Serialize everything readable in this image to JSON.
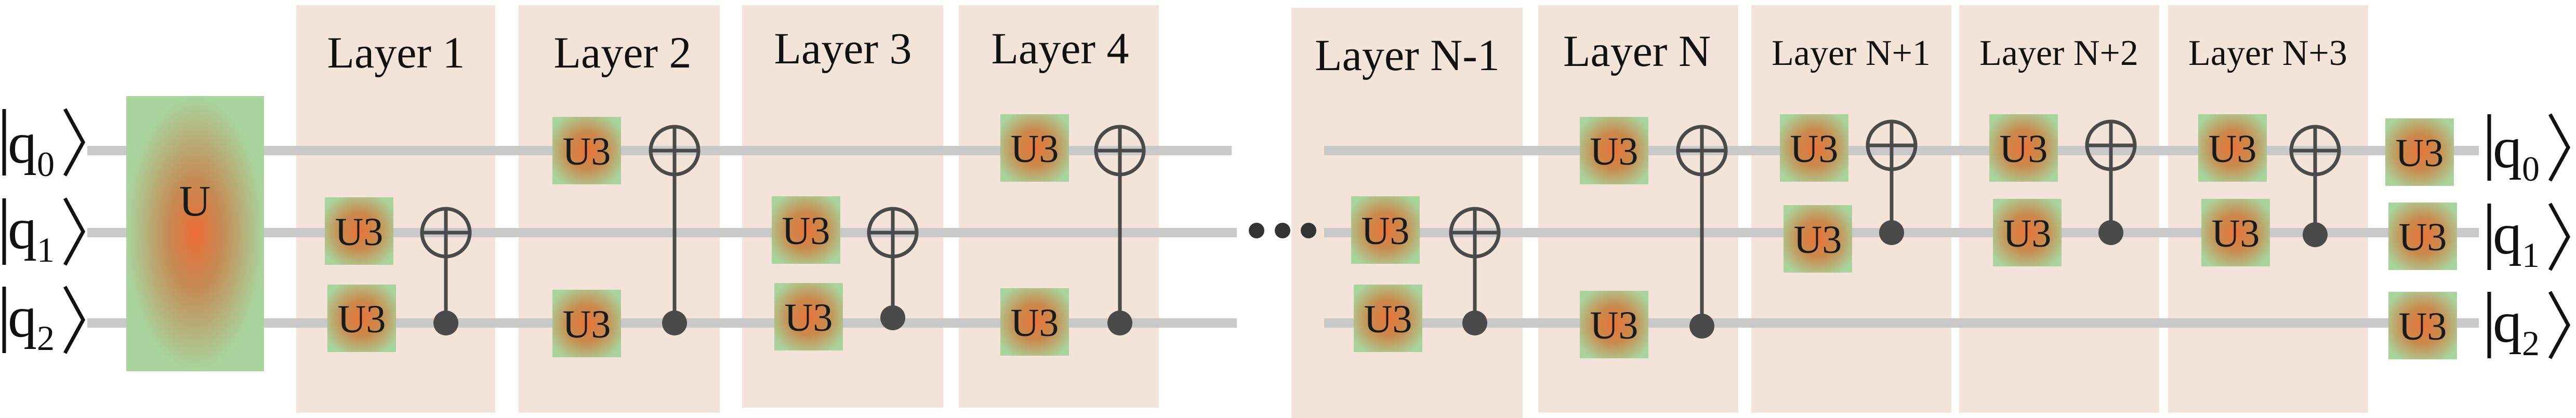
{
  "inputs": {
    "q0": {
      "base": "q",
      "sub": "0"
    },
    "q1": {
      "base": "q",
      "sub": "1"
    },
    "q2": {
      "base": "q",
      "sub": "2"
    }
  },
  "outputs": {
    "q0": {
      "base": "q",
      "sub": "0"
    },
    "q1": {
      "base": "q",
      "sub": "1"
    },
    "q2": {
      "base": "q",
      "sub": "2"
    }
  },
  "unitary_label": "U",
  "gate_label": "U3",
  "layers": [
    {
      "label": "Layer 1"
    },
    {
      "label": "Layer 2"
    },
    {
      "label": "Layer 3"
    },
    {
      "label": "Layer 4"
    },
    {
      "label": "Layer N-1"
    },
    {
      "label": "Layer N"
    },
    {
      "label": "Layer N+1"
    },
    {
      "label": "Layer N+2"
    },
    {
      "label": "Layer N+3"
    }
  ],
  "colors": {
    "layer_background": "#f3e3d8",
    "wire": "#c9c9c9",
    "gate_outer": "#a9d49d",
    "gate_inner": "#e8733a",
    "control": "#4a4a4a"
  }
}
